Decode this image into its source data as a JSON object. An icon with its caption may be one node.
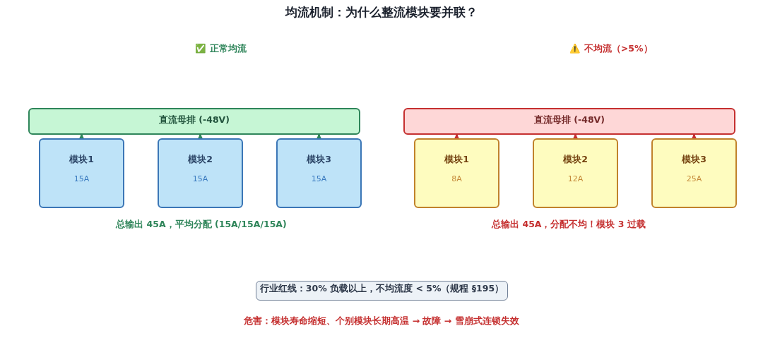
{
  "diagram": {
    "title": "均流机制：为什么整流模块要并联？",
    "nodes": [
      {
        "text": [
          "直流母排 (-48V)"
        ]
      },
      {
        "text": [
          "模块1",
          "15A"
        ]
      },
      {
        "text": [
          "模块2",
          "15A"
        ]
      },
      {
        "text": [
          "模块3",
          "15A"
        ]
      },
      {
        "text": [
          "直流母排 (-48V)"
        ]
      },
      {
        "text": [
          "模块1",
          "8A"
        ]
      },
      {
        "text": [
          "模块2",
          "12A"
        ]
      },
      {
        "text": [
          "模块3",
          "25A"
        ]
      },
      {
        "text": [
          "行业红线：30% 负载以上，不均流度 < 5%（规程 §195）"
        ]
      }
    ],
    "edges": [
      {
        "from": 1,
        "to": 0,
        "arrow": "to"
      },
      {
        "from": 2,
        "to": 0,
        "arrow": "to"
      },
      {
        "from": 3,
        "to": 0,
        "arrow": "to"
      },
      {
        "from": 5,
        "to": 4,
        "arrow": "to",
        "color": "#c53030"
      },
      {
        "from": 6,
        "to": 4,
        "arrow": "to",
        "color": "#c53030"
      },
      {
        "from": 7,
        "to": 4,
        "arrow": "to",
        "color": "#c53030"
      }
    ],
    "labels": [
      "✅ 正常均流",
      "⚠️ 不均流（>5%）",
      "总输出 45A，平均分配 (15A/15A/15A)",
      "总输出 45A，分配不均！模块 3 过载",
      "危害：模块寿命缩短、个别模块长期高温 → 故障 → 雪崩式连锁失效"
    ]
  }
}
